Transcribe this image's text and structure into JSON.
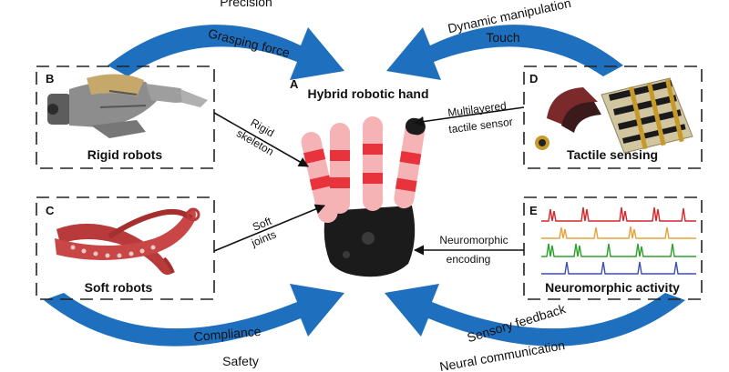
{
  "panels": {
    "A": {
      "letter": "A",
      "title": "Hybrid robotic hand"
    },
    "B": {
      "letter": "B",
      "title": "Rigid robots"
    },
    "C": {
      "letter": "C",
      "title": "Soft robots"
    },
    "D": {
      "letter": "D",
      "title": "Tactile sensing"
    },
    "E": {
      "letter": "E",
      "title": "Neuromorphic activity"
    }
  },
  "arrows": {
    "top_left": {
      "outer": "Precision",
      "inner": "Grasping force"
    },
    "top_right": {
      "outer": "Dynamic manipulation",
      "inner": "Touch"
    },
    "bottom_left": {
      "inner": "Compliance",
      "outer": "Safety"
    },
    "bottom_right": {
      "inner": "Sensory feedback",
      "outer": "Neural communication"
    }
  },
  "connectors": {
    "rigid": {
      "line1": "Rigid",
      "line2": "skeleton"
    },
    "soft": {
      "line1": "Soft",
      "line2": "joints"
    },
    "tactile": {
      "line1": "Multilayered",
      "line2": "tactile sensor"
    },
    "neuro": {
      "line1": "Neuromorphic",
      "line2": "encoding"
    }
  },
  "colors": {
    "arrow_blue": "#1f6fbf",
    "finger_red": "#e8323c",
    "finger_pink": "#f5b3b6",
    "glove_black": "#1b1b1b",
    "spike_red": "#d62728",
    "spike_orange": "#e8a23a",
    "spike_green": "#2ca02c",
    "spike_blue": "#3b4fb0"
  }
}
